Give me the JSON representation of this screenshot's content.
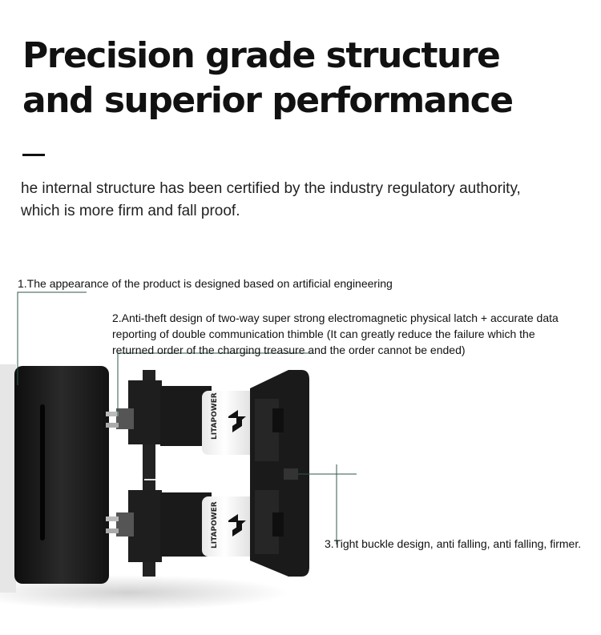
{
  "heading": {
    "line1": "Precision grade structure",
    "line2": "and superior performance"
  },
  "description": {
    "line1": "he internal structure has been certified by the industry regulatory authority,",
    "line2": "which is more firm and fall proof."
  },
  "callouts": {
    "c1": "1.The appearance of the product is designed based on artificial engineering",
    "c2_line1": "2.Anti-theft design of two-way super strong electromagnetic physical latch + accurate data",
    "c2_line2": "reporting of double communication thimble (It can greatly reduce the failure which the",
    "c2_line3": "returned order of the charging treasure and the order cannot be ended)",
    "c3": "3.Tight buckle design, anti falling, anti falling, firmer."
  },
  "product": {
    "brand": "LITAPOWER",
    "icon": "lightning-bolt-logo-icon"
  },
  "colors": {
    "accent_line": "#2d5a4a",
    "housing": "#1c1c1c"
  }
}
